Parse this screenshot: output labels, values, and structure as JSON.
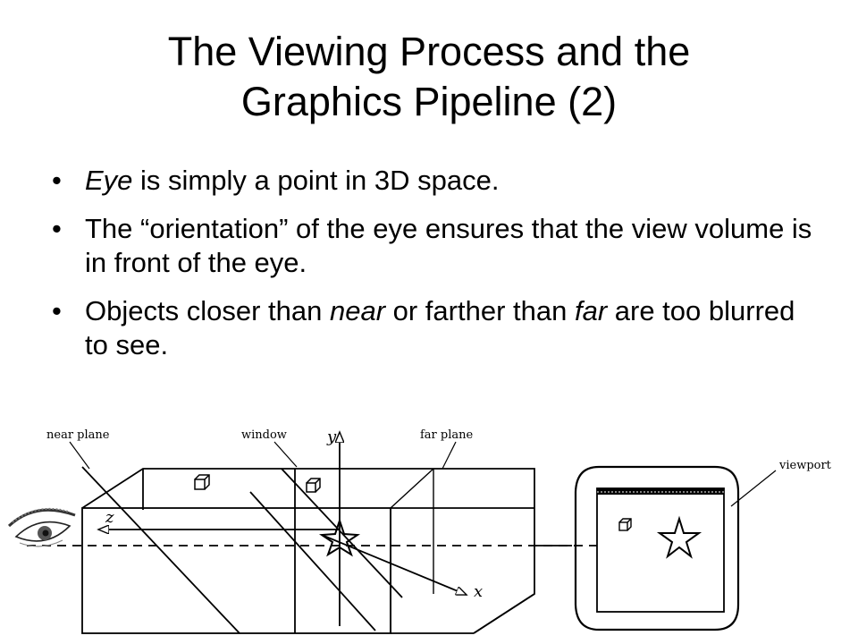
{
  "slide": {
    "title_line1": "The Viewing Process and the",
    "title_line2": "Graphics Pipeline (2)"
  },
  "bullets": [
    {
      "parts": [
        {
          "text": "Eye",
          "italic": true
        },
        {
          "text": " is simply a point in 3D space.",
          "italic": false
        }
      ]
    },
    {
      "parts": [
        {
          "text": "The “orientation” of the eye ensures that the view volume is in front of the eye.",
          "italic": false
        }
      ]
    },
    {
      "parts": [
        {
          "text": "Objects closer than ",
          "italic": false
        },
        {
          "text": "near",
          "italic": true
        },
        {
          "text": " or farther than ",
          "italic": false
        },
        {
          "text": "far",
          "italic": true
        },
        {
          "text": " are too blurred to see.",
          "italic": false
        }
      ]
    }
  ],
  "bullet_glyph": "•",
  "diagram": {
    "labels": {
      "near_plane": "near plane",
      "window": "window",
      "far_plane": "far plane",
      "viewport": "viewport",
      "axis_y": "y",
      "axis_z": "z",
      "axis_x": "x"
    },
    "icons": [
      "eye-icon",
      "cube-icon",
      "star-icon"
    ]
  }
}
